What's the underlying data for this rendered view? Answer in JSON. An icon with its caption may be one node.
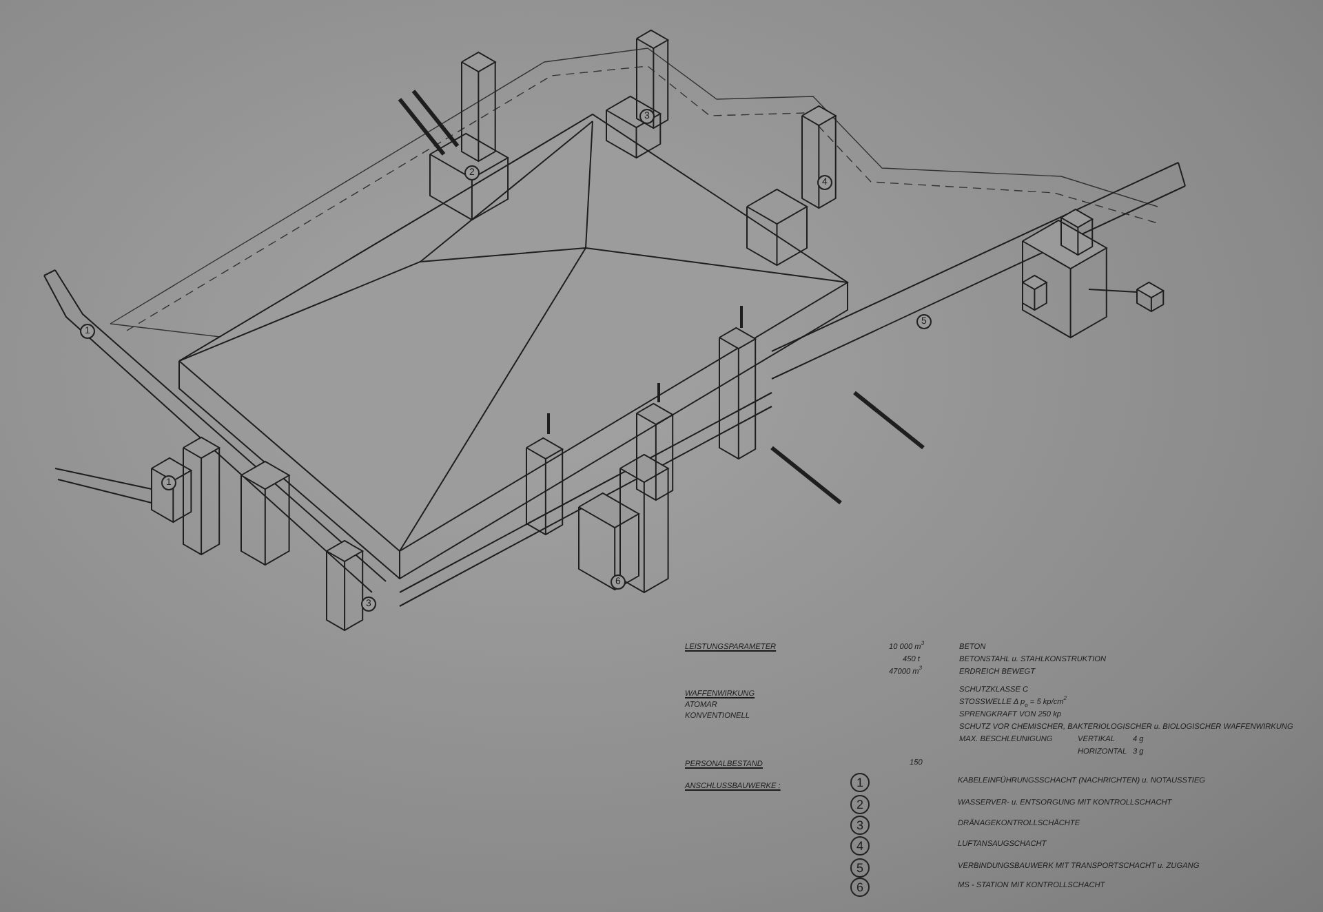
{
  "diagram": {
    "labels": [
      "3",
      "2",
      "4",
      "5",
      "1",
      "1",
      "6",
      "3",
      "LEISTUNGSPARAMETER",
      "10 000 m$^{3}$",
      "BETON",
      "450 t",
      "BETONSTAHL u. STAHLKONSTRUKTION",
      "47000 m$^{3}$",
      "ERDREICH BEWEGT",
      "WAFFENWIRKUNG",
      "SCHUTZKLASSE C",
      "ATOMAR",
      "STOSSWELLE  Δ p$_{o}$ = 5 kp/cm$^{2}$",
      "KONVENTIONELL",
      "SPRENGKRAFT VON 250 kp",
      "SCHUTZ VOR CHEMISCHER, BAKTERIOLOGISCHER u. BIOLOGISCHER WAFFENWIRKUNG",
      "MAX. BESCHLEUNIGUNG",
      "VERTIKAL",
      "4 g",
      "HORIZONTAL",
      "3 g",
      "PERSONALBESTAND",
      "150",
      "ANSCHLUSSBAUWERKE :",
      "1",
      "KABELEINFÜHRUNGSSCHACHT (NACHRICHTEN) u. NOTAUSSTIEG",
      "2",
      "WASSERVER- u. ENTSORGUNG MIT KONTROLLSCHACHT",
      "3",
      "DRÄNAGEKONTROLLSCHÄCHTE",
      "4",
      "LUFTANSAUGSCHACHT",
      "5",
      "VERBINDUNGSBAUWERK MIT TRANSPORTSCHACHT u. ZUGANG",
      "6",
      "MS - STATION MIT KONTROLLSCHACHT"
    ]
  }
}
